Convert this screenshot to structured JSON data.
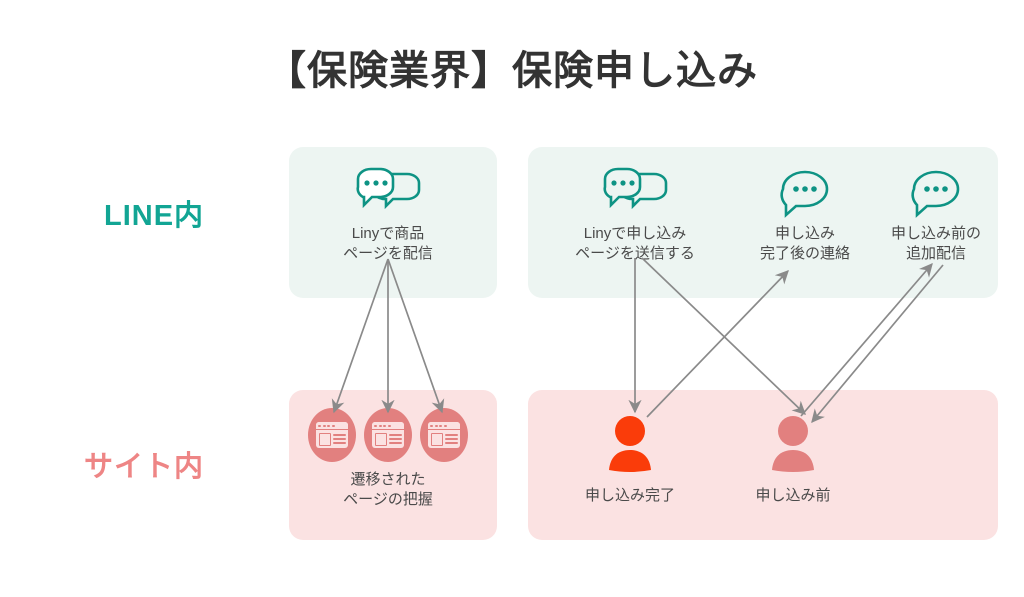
{
  "page": {
    "title": "【保険業界】保険申し込み",
    "background": "#ffffff"
  },
  "colors": {
    "title_text": "#333333",
    "line_label": "#12A594",
    "site_label": "#EE8585",
    "mint_panel": "#EDF5F2",
    "pink_panel": "#FBE2E2",
    "bubble_teal": "#0E9384",
    "circle_pink": "#E2807F",
    "person_active": "#FA3C0A",
    "person_muted": "#E2807F",
    "arrow_gray": "#8A8A8A",
    "caption_text": "#4a4a4a"
  },
  "rows": {
    "line": {
      "label": "LINE内"
    },
    "site": {
      "label": "サイト内"
    }
  },
  "line_row": {
    "left_panel": {
      "nodes": [
        {
          "id": "deliver",
          "icon": "double-speech-bubble-icon",
          "caption_lines": [
            "Linyで商品",
            "ページを配信"
          ]
        }
      ]
    },
    "right_panel": {
      "nodes": [
        {
          "id": "send",
          "icon": "double-speech-bubble-icon",
          "caption_lines": [
            "Linyで申し込み",
            "ページを送信する"
          ]
        },
        {
          "id": "contact",
          "icon": "speech-bubble-icon",
          "caption_lines": [
            "申し込み",
            "完了後の連絡"
          ]
        },
        {
          "id": "preadd",
          "icon": "speech-bubble-icon",
          "caption_lines": [
            "申し込み前の",
            "追加配信"
          ]
        }
      ]
    }
  },
  "site_row": {
    "left_panel": {
      "nodes": [
        {
          "id": "pages",
          "icon": "browser-window-icon",
          "icon_count": 3,
          "caption_lines": [
            "遷移された",
            "ページの把握"
          ]
        }
      ]
    },
    "right_panel": {
      "nodes": [
        {
          "id": "done",
          "icon": "person-icon",
          "state": "active",
          "caption_lines": [
            "申し込み完了"
          ]
        },
        {
          "id": "before",
          "icon": "person-icon",
          "state": "muted",
          "caption_lines": [
            "申し込み前"
          ]
        }
      ]
    }
  },
  "arrows": [
    {
      "from": "deliver",
      "to": "pages-1",
      "direction": "down"
    },
    {
      "from": "deliver",
      "to": "pages-2",
      "direction": "down"
    },
    {
      "from": "deliver",
      "to": "pages-3",
      "direction": "down"
    },
    {
      "from": "send",
      "to": "done",
      "direction": "down"
    },
    {
      "from": "send",
      "to": "before",
      "direction": "down"
    },
    {
      "from": "done",
      "to": "contact",
      "direction": "up"
    },
    {
      "from": "before",
      "to": "preadd",
      "direction": "up"
    },
    {
      "from": "preadd",
      "to": "before",
      "direction": "down"
    }
  ]
}
